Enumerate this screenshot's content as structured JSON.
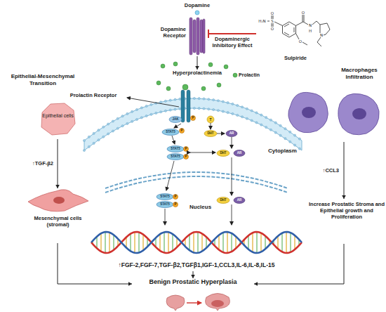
{
  "diagram": {
    "nodes": [
      {
        "text": [
          "Dopamine Receptor"
        ]
      },
      {
        "text": [
          "Sulpiride"
        ]
      },
      {
        "text": [
          "Hyperprolactinemia"
        ]
      },
      {
        "text": [
          "Macrophages Infiltration"
        ]
      },
      {
        "text": [
          "Prolactin Receptor"
        ]
      },
      {
        "text": [
          "Epithelial cells"
        ]
      },
      {
        "text": [
          "Mesenchymal cells (stromal)"
        ]
      },
      {
        "text": [
          "Increase Prostatic Stroma and Epithelial growth and Proliferation"
        ]
      },
      {
        "text": [
          "↑FGF-2,FGF-7,TGF-β2,TGFβ1,IGF-1,CCL3,IL-6,IL-8,IL-15"
        ]
      },
      {
        "text": [
          "Benign Prostatic Hyperplasia"
        ]
      }
    ],
    "edges": [
      {
        "from": 1,
        "to": 0,
        "arrow": "to",
        "label": "Dopaminergic Inhibitory Effect"
      },
      {
        "from": 0,
        "to": 2,
        "arrow": "to"
      },
      {
        "from": 5,
        "to": 6,
        "arrow": "to",
        "label": "↑TGF-β2"
      },
      {
        "from": 3,
        "to": 7,
        "arrow": "to",
        "label": "↑CCL3"
      },
      {
        "from": 6,
        "to": 9,
        "arrow": "to"
      },
      {
        "from": 8,
        "to": 9,
        "arrow": "to"
      },
      {
        "from": 7,
        "to": 9,
        "arrow": "to"
      }
    ],
    "labels": [
      "Dopamine",
      "Prolactin",
      "Cytoplasm",
      "Nucleus",
      "Epithelial-Mesenchymal Transition",
      "JAK",
      "STAT5",
      "STAT5",
      "STAT5",
      "STAT5",
      "STAT5",
      "T",
      "DHT",
      "AR",
      "DHT",
      "AR",
      "DHT",
      "AR",
      "P",
      "P",
      "P",
      "P",
      "P",
      "P",
      "H₂N",
      "S",
      "O",
      "O",
      "O",
      "N",
      "H",
      "N",
      "O"
    ]
  }
}
